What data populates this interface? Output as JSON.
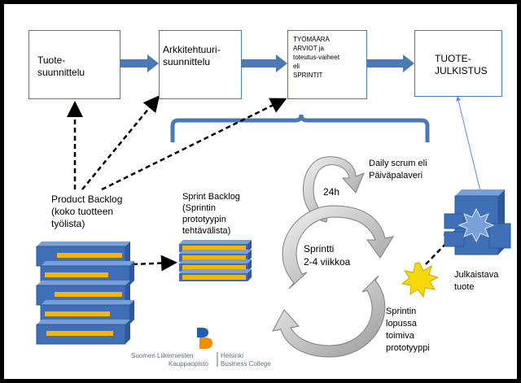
{
  "boxes": {
    "tuote": "Tuote-\nsuunnittelu",
    "arkkitehtuuri": "Arkkitehtuuri-\nsuunnittelu",
    "tyomaara": "TYÖMÄÄRÄ\nARVIOT ja\ntoteutus-vaiheet\neli\nSPRINTIT",
    "julkistus": "TUOTE-\nJULKISTUS"
  },
  "labels": {
    "product_backlog": "Product Backlog\n(koko tuotteen\ntyölista)",
    "sprint_backlog": "Sprint Backlog\n(Sprintin\nprototyypin\ntehtävälista)",
    "daily_scrum": "Daily scrum eli\nPäiväpalaveri",
    "hours": "24h",
    "sprintti": "Sprintti\n2-4 viikkoa",
    "julkaistava": "Julkaistava\ntuote",
    "prototyyppi": "Sprintin\nlopussa\ntoimiva\nprototyyppi"
  },
  "logo": {
    "line1_left": "Suomen Liikemiesten",
    "line2_left": "Kauppaopisto",
    "line1_right": "Helsinki",
    "line2_right": "Business College"
  },
  "colors": {
    "arrow_blue": "#4a7ab5",
    "box_border": "#4a7ab5",
    "block_blue": "#3f6fb5",
    "stripe_yellow": "#f2b705",
    "starburst": "#f5d90a",
    "cycle_gray": "#9a9a9a"
  }
}
